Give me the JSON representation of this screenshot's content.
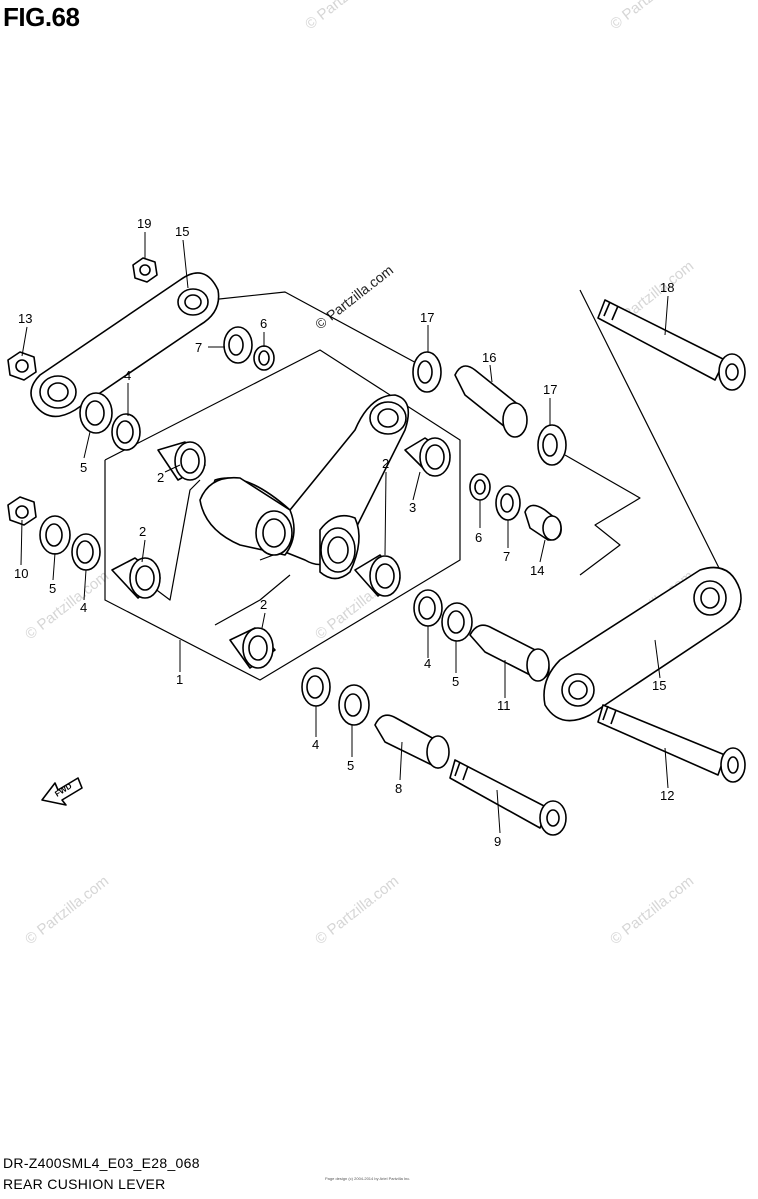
{
  "figure_title": "FIG.68",
  "watermark": "© Partzilla.com",
  "footer": {
    "model_code": "DR-Z400SML4_E03_E28_068",
    "section_title": "REAR CUSHION LEVER",
    "copyright": "Page design (c) 2004-2014 by Ariel Partzilla Inc."
  },
  "fwd_label": "FWD",
  "callouts": {
    "c19": "19",
    "c15a": "15",
    "c13": "13",
    "c7a": "7",
    "c6a": "6",
    "c4a": "4",
    "c5a": "5",
    "c17a": "17",
    "c16": "16",
    "c17b": "17",
    "c18": "18",
    "c2a": "2",
    "c3": "3",
    "c2b": "2",
    "c2c": "2",
    "c2d": "2",
    "c10": "10",
    "c5b": "5",
    "c4b": "4",
    "c6b": "6",
    "c7b": "7",
    "c14": "14",
    "c1": "1",
    "c4c": "4",
    "c5c": "5",
    "c11": "11",
    "c15b": "15",
    "c4d": "4",
    "c5d": "5",
    "c8": "8",
    "c12": "12",
    "c9": "9"
  }
}
